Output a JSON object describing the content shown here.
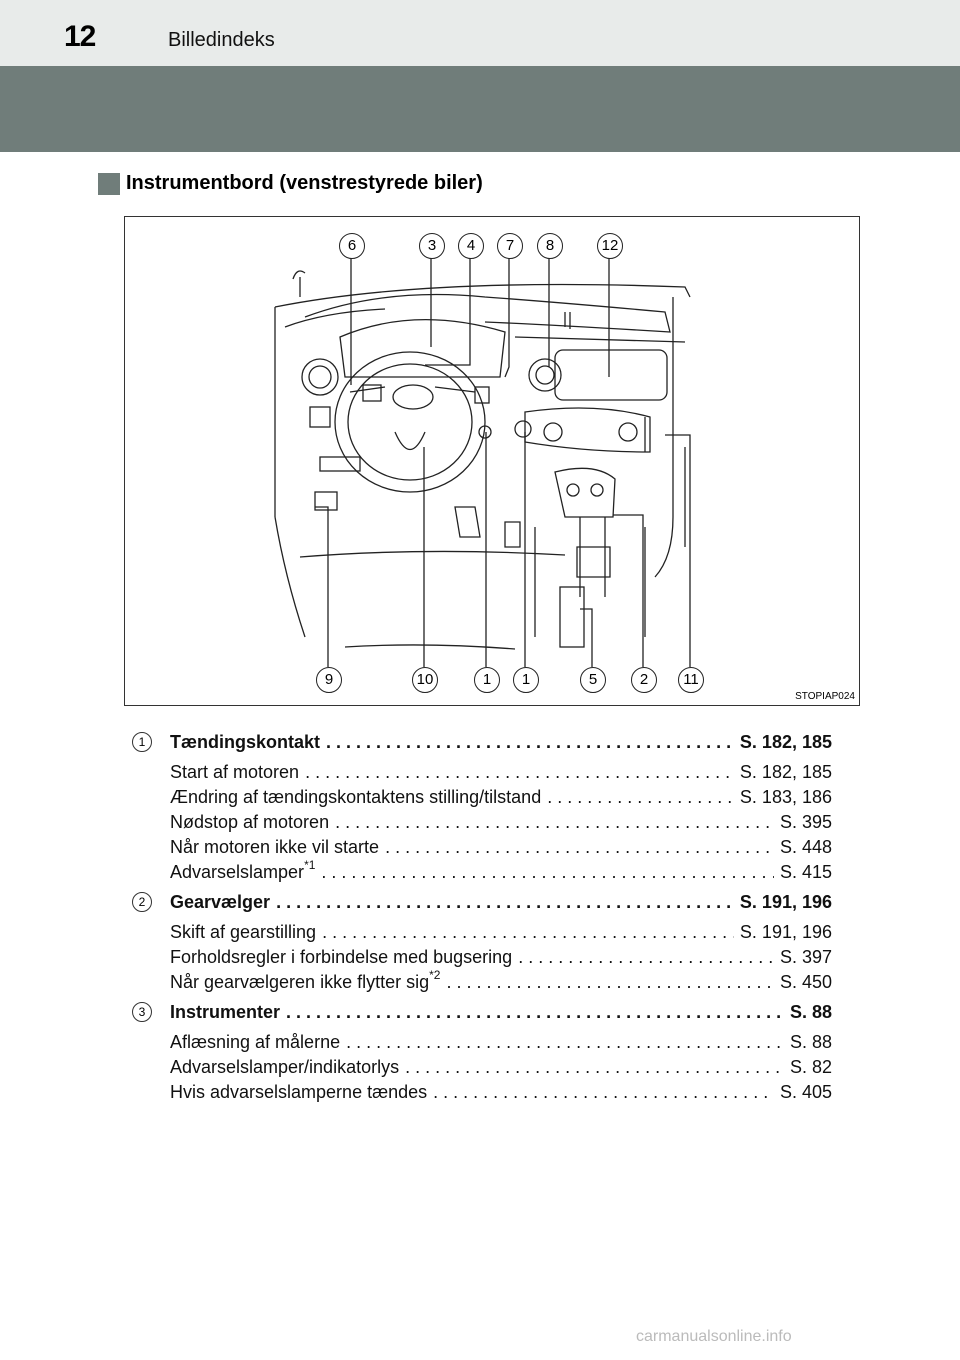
{
  "header": {
    "page_number": "12",
    "running_title": "Billedindeks"
  },
  "section": {
    "title": "Instrumentbord (venstrestyrede biler)"
  },
  "figure": {
    "top_callouts": [
      "6",
      "3",
      "4",
      "7",
      "8",
      "12"
    ],
    "bottom_callouts": [
      "9",
      "10",
      "1",
      "1",
      "5",
      "2",
      "11"
    ],
    "code": "STOPIAP024"
  },
  "entries": [
    {
      "number": "1",
      "main": {
        "text": "Tændingskontakt",
        "ref": "S. 182, 185"
      },
      "subs": [
        {
          "text": "Start af motoren",
          "sup": "",
          "ref": "S. 182, 185"
        },
        {
          "text": "Ændring af tændingskontaktens stilling/tilstand",
          "sup": "",
          "ref": "S. 183, 186"
        },
        {
          "text": "Nødstop af motoren",
          "sup": "",
          "ref": "S. 395"
        },
        {
          "text": "Når motoren ikke vil starte",
          "sup": "",
          "ref": "S. 448"
        },
        {
          "text": "Advarselslamper",
          "sup": "*1",
          "ref": "S. 415"
        }
      ]
    },
    {
      "number": "2",
      "main": {
        "text": "Gearvælger",
        "ref": "S. 191, 196"
      },
      "subs": [
        {
          "text": "Skift af gearstilling",
          "sup": "",
          "ref": "S. 191, 196"
        },
        {
          "text": "Forholdsregler i forbindelse med bugsering",
          "sup": "",
          "ref": "S. 397"
        },
        {
          "text": "Når gearvælgeren ikke flytter sig",
          "sup": "*2",
          "ref": "S. 450"
        }
      ]
    },
    {
      "number": "3",
      "main": {
        "text": "Instrumenter",
        "ref": "S. 88"
      },
      "subs": [
        {
          "text": "Aflæsning af målerne",
          "sup": "",
          "ref": "S. 88"
        },
        {
          "text": "Advarselslamper/indikatorlys",
          "sup": "",
          "ref": "S. 82"
        },
        {
          "text": "Hvis advarselslamperne tændes",
          "sup": "",
          "ref": "S. 405"
        }
      ]
    }
  ],
  "watermark": "carmanualsonline.info"
}
